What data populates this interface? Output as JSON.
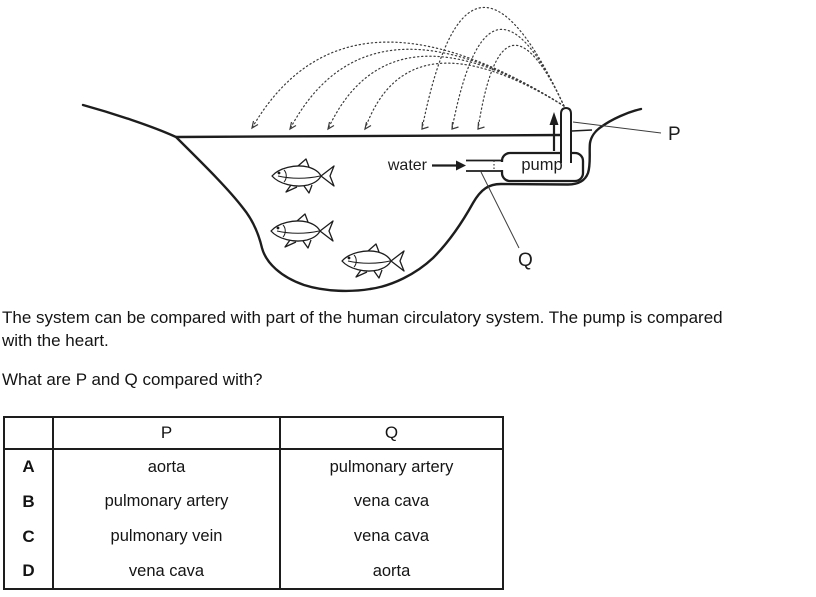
{
  "colors": {
    "ink": "#1d1d1d",
    "background": "#ffffff"
  },
  "diagram": {
    "water_label": "water",
    "pump_label": "pump",
    "p_label": "P",
    "q_label": "Q"
  },
  "paragraph": {
    "lines": [
      "The system can be compared with part of the human circulatory system. The pump is compared",
      "with the heart."
    ]
  },
  "question": "What are P and Q compared with?",
  "table": {
    "col_headers": {
      "corner": "",
      "p": "P",
      "q": "Q"
    },
    "rows": [
      {
        "option": "A",
        "p": "aorta",
        "q": "pulmonary artery"
      },
      {
        "option": "B",
        "p": "pulmonary artery",
        "q": "vena cava"
      },
      {
        "option": "C",
        "p": "pulmonary vein",
        "q": "vena cava"
      },
      {
        "option": "D",
        "p": "vena cava",
        "q": "aorta"
      }
    ]
  }
}
